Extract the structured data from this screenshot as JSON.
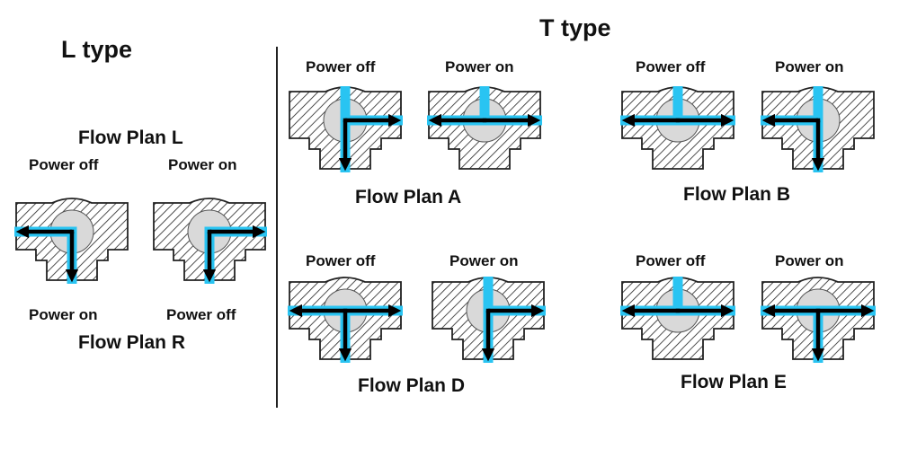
{
  "colors": {
    "channel": "#29c4f2",
    "arrow": "#000000",
    "ball": "#d9d9d9",
    "hatch": "#222222"
  },
  "l_type": {
    "title": "L type",
    "plan_l": {
      "title": "Flow Plan L",
      "off_label": "Power off",
      "on_label": "Power on"
    },
    "plan_r": {
      "title": "Flow Plan R",
      "on_label": "Power on",
      "off_label": "Power off"
    }
  },
  "t_type": {
    "title": "T type",
    "plan_a": {
      "title": "Flow Plan A",
      "off_label": "Power off",
      "on_label": "Power on"
    },
    "plan_b": {
      "title": "Flow Plan B",
      "off_label": "Power off",
      "on_label": "Power on"
    },
    "plan_d": {
      "title": "Flow Plan D",
      "off_label": "Power off",
      "on_label": "Power on"
    },
    "plan_e": {
      "title": "Flow Plan E",
      "off_label": "Power off",
      "on_label": "Power on"
    }
  },
  "valves": [
    {
      "id": "L-off",
      "channel": "left-down",
      "arrows": [
        "left",
        "down"
      ]
    },
    {
      "id": "L-on",
      "channel": "right-down",
      "arrows": [
        "right",
        "down"
      ]
    },
    {
      "id": "A-off",
      "channel": "top-right-down",
      "arrows": [
        "right",
        "down"
      ]
    },
    {
      "id": "A-on",
      "channel": "top-left-right",
      "arrows": [
        "left",
        "right"
      ]
    },
    {
      "id": "B-off",
      "channel": "top-left-right",
      "arrows": [
        "left",
        "right"
      ]
    },
    {
      "id": "B-on",
      "channel": "top-left-down",
      "arrows": [
        "left",
        "down"
      ]
    },
    {
      "id": "D-off",
      "channel": "left-right-down",
      "arrows": [
        "left",
        "right",
        "down"
      ]
    },
    {
      "id": "D-on",
      "channel": "top-right-down",
      "arrows": [
        "right",
        "down"
      ]
    },
    {
      "id": "E-off",
      "channel": "top-left-right",
      "arrows": [
        "left",
        "right"
      ]
    },
    {
      "id": "E-on",
      "channel": "left-right-down",
      "arrows": [
        "left",
        "right",
        "down"
      ]
    }
  ]
}
